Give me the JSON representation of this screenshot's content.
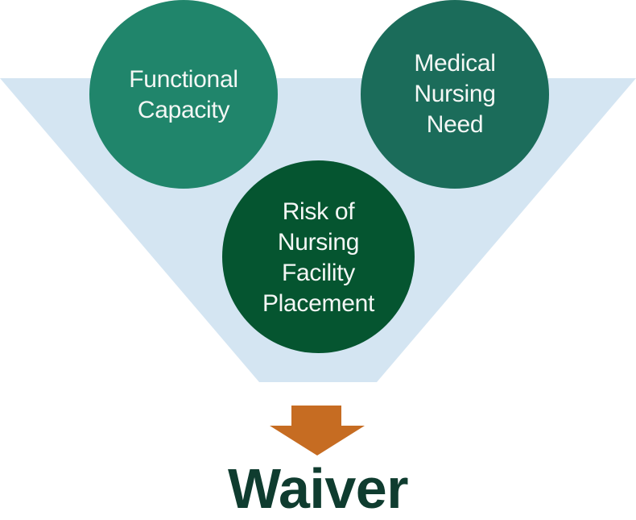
{
  "colors": {
    "background": "#ffffff",
    "funnel": "#d4e5f2",
    "circle_functional": "#20856b",
    "circle_medical": "#1b6c5a",
    "circle_risk": "#055530",
    "circle_text": "#f4f7f5",
    "arrow": "#c66c22",
    "result_text": "#0f3c2f"
  },
  "diagram": {
    "type": "funnel",
    "inputs": [
      {
        "id": "functional",
        "lines": [
          "Functional",
          "Capacity"
        ]
      },
      {
        "id": "medical",
        "lines": [
          "Medical",
          "Nursing",
          "Need"
        ]
      },
      {
        "id": "risk",
        "lines": [
          "Risk of",
          "Nursing",
          "Facility",
          "Placement"
        ]
      }
    ],
    "arrow_icon": "down-arrow-icon",
    "result": "Waiver"
  }
}
